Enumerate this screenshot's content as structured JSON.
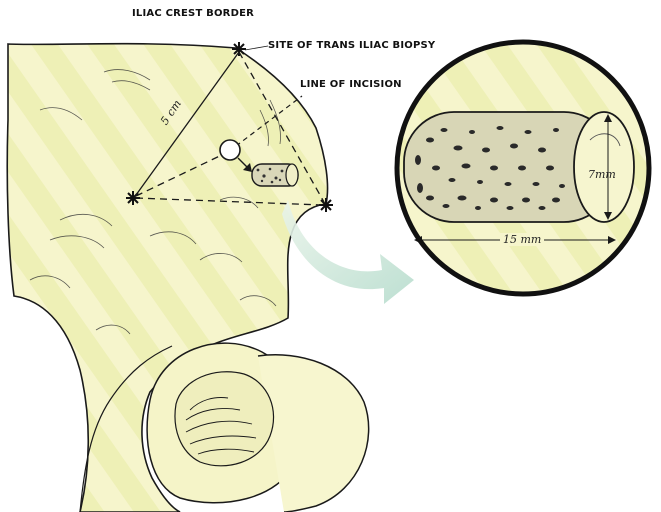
{
  "labels": {
    "iliac_crest": "ILIAC CREST BORDER",
    "biopsy_site": "SITE OF TRANS ILIAC BIOPSY",
    "incision": "LINE OF INCISION"
  },
  "dimensions": {
    "distance": "5 cm",
    "length": "15 mm",
    "diameter": "7mm"
  },
  "colors": {
    "bone_fill": "#f4f3c6",
    "stripe": "#e8ebb0",
    "ink": "#1a1a1a",
    "arrow": "#bfe0d2",
    "lens_ring": "#111111"
  }
}
